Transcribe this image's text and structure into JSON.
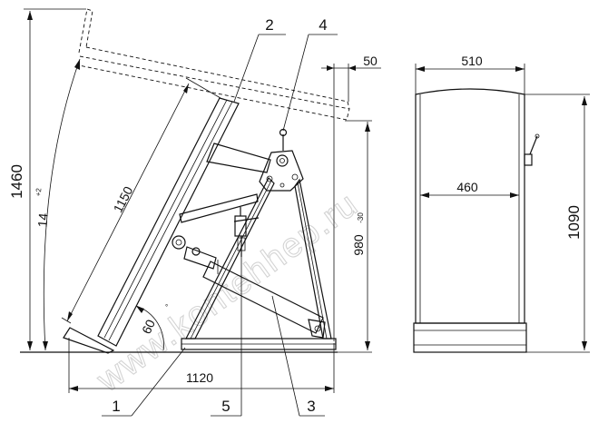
{
  "watermark": {
    "text": "www.kontehhep.ru"
  },
  "labels": {
    "item_1": "1",
    "item_2": "2",
    "item_3": "3",
    "item_4": "4",
    "item_5": "5"
  },
  "dimensions": {
    "overall_height": "1460",
    "tilt_angle": "14",
    "tilt_angle_tolerance": "+2",
    "bed_length": "1150",
    "base_angle": "60",
    "base_length": "1120",
    "hinge_height": "980",
    "hinge_height_tolerance": "-30",
    "overhang": "50",
    "side_width_top": "510",
    "side_width_inner": "460",
    "side_height": "1090"
  },
  "colors": {
    "line": "#111111",
    "watermark": "#d4d4d4",
    "background": "#ffffff"
  }
}
